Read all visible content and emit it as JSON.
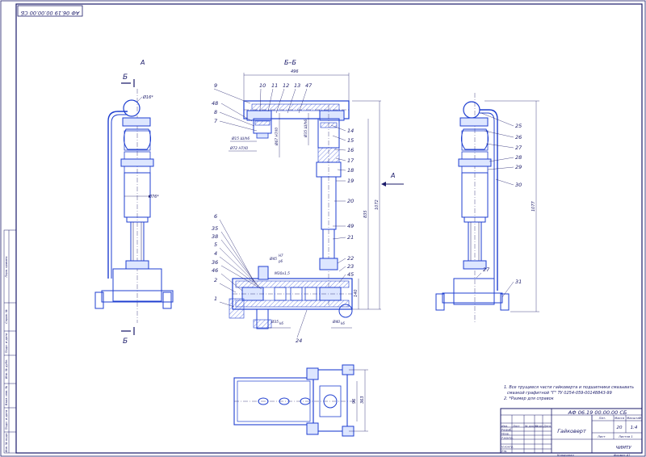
{
  "sheet": {
    "top_left_stamp": "АФ 06.19 00.00.00 СБ",
    "view_a_label": "А",
    "view_section_label": "Б–Б",
    "arrow_a_label": "А",
    "cut_top_label": "Б",
    "cut_bottom_label": "Б"
  },
  "callouts_section": [
    "9",
    "10",
    "11",
    "12",
    "13",
    "47",
    "48",
    "8",
    "7",
    "14",
    "15",
    "16",
    "17",
    "18",
    "19",
    "20",
    "49",
    "21",
    "6",
    "35",
    "38",
    "5",
    "4",
    "36",
    "46",
    "2",
    "1",
    "22",
    "23",
    "45",
    "24"
  ],
  "callouts_right": [
    "25",
    "26",
    "27",
    "28",
    "29",
    "30",
    "31",
    "27"
  ],
  "dimensions": {
    "width_top": "496",
    "height_1": "1072",
    "height_2": "1077",
    "height_3": "835",
    "height_4": "140",
    "d16": "Ø16*",
    "d76": "Ø76*",
    "d15": "Ø15 Ш/h6",
    "d72": "Ø72 H7/l0",
    "d67": "Ø67 H7/l0",
    "d35": "Ø35 Ш/h6",
    "d45": "Ø45",
    "fit_h7": "H7",
    "fit_p6": "p6",
    "d35b": "Ø35",
    "fit_k6": "k6",
    "d40": "Ø40",
    "fit_k6b": "k6",
    "m": "М30х1,5",
    "plan_w": "363",
    "plan_h": "96"
  },
  "notes": [
    "1. Все трущиеся части гайковерта и подшипники смазывать",
    "смазкой графитной \"Г\" ТУ 0254-059-00148843-99",
    "2. *Размер для справок"
  ],
  "title_block": {
    "doc_code": "АФ 06.19 00.00.00 СБ",
    "title": "Гайковерт",
    "col_lit": "Лит.",
    "col_mass": "Масса",
    "col_scale": "Масштаб",
    "mass": "20",
    "scale": "1:4",
    "sheet": "Лист",
    "sheets": "Листов 1",
    "org": "ЧИМТУ",
    "roles": [
      "Изм.",
      "Лист",
      "№ докум.",
      "Подп.",
      "Дата",
      "Разраб.",
      "Пров.",
      "Т.контр.",
      "Н.контр.",
      "Утв."
    ],
    "copied": "Копировал",
    "format": "Формат  А1"
  },
  "side_stamp": [
    "Перв. примен.",
    "Справ. №",
    "Подп. и дата",
    "Инв. № дубл.",
    "Взам. инв. №",
    "Подп. и дата",
    "Инв. № подл."
  ],
  "colors": {
    "ink": "#1b1b6a",
    "part": "#1f3fd0",
    "fill": "#dde6ff"
  }
}
